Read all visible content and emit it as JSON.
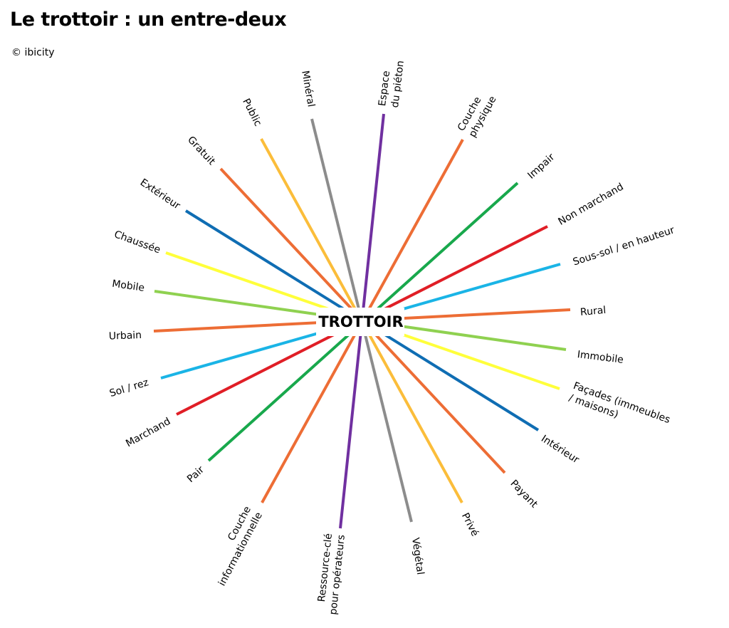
{
  "title": "Le trottoir : un entre-deux",
  "copyright": "© ibicity",
  "center_label": "TROTTOIR",
  "axes": [
    {
      "id": "espace-pieton",
      "lines": [
        "Espace",
        "du piéton"
      ],
      "opposite_lines": [
        "Ressource-clé",
        "pour opérateurs"
      ],
      "color": "#7030a0"
    },
    {
      "id": "couche-physique",
      "lines": [
        "Couche",
        "physique"
      ],
      "opposite_lines": [
        "Couche",
        "informationnelle"
      ],
      "color": "#ed6d35"
    },
    {
      "id": "impair",
      "lines": [
        "Impair"
      ],
      "opposite_lines": [
        "Pair"
      ],
      "color": "#18a84c"
    },
    {
      "id": "non-marchand",
      "lines": [
        "Non marchand"
      ],
      "opposite_lines": [
        "Marchand"
      ],
      "color": "#e01e26"
    },
    {
      "id": "sous-sol",
      "lines": [
        "Sous-sol / en hauteur"
      ],
      "opposite_lines": [
        "Sol / rez"
      ],
      "color": "#1ab4e6"
    },
    {
      "id": "rural",
      "lines": [
        "Rural"
      ],
      "opposite_lines": [
        "Urbain"
      ],
      "color": "#ed6d35"
    },
    {
      "id": "immobile",
      "lines": [
        "Immobile"
      ],
      "opposite_lines": [
        "Mobile"
      ],
      "color": "#8fd150"
    },
    {
      "id": "facades",
      "lines": [
        "Façades (immeubles",
        "/ maisons)"
      ],
      "opposite_lines": [
        "Chaussée"
      ],
      "color": "#ffff3b"
    },
    {
      "id": "interieur",
      "lines": [
        "Intérieur"
      ],
      "opposite_lines": [
        "Extérieur"
      ],
      "color": "#0f6db3"
    },
    {
      "id": "payant",
      "lines": [
        "Payant"
      ],
      "opposite_lines": [
        "Gratuit"
      ],
      "color": "#ed6d35"
    },
    {
      "id": "prive",
      "lines": [
        "Privé"
      ],
      "opposite_lines": [
        "Public"
      ],
      "color": "#fbbd3a"
    },
    {
      "id": "vegetal",
      "lines": [
        "Végétal"
      ],
      "opposite_lines": [
        "Minéral"
      ],
      "color": "#8c8c8c"
    }
  ]
}
